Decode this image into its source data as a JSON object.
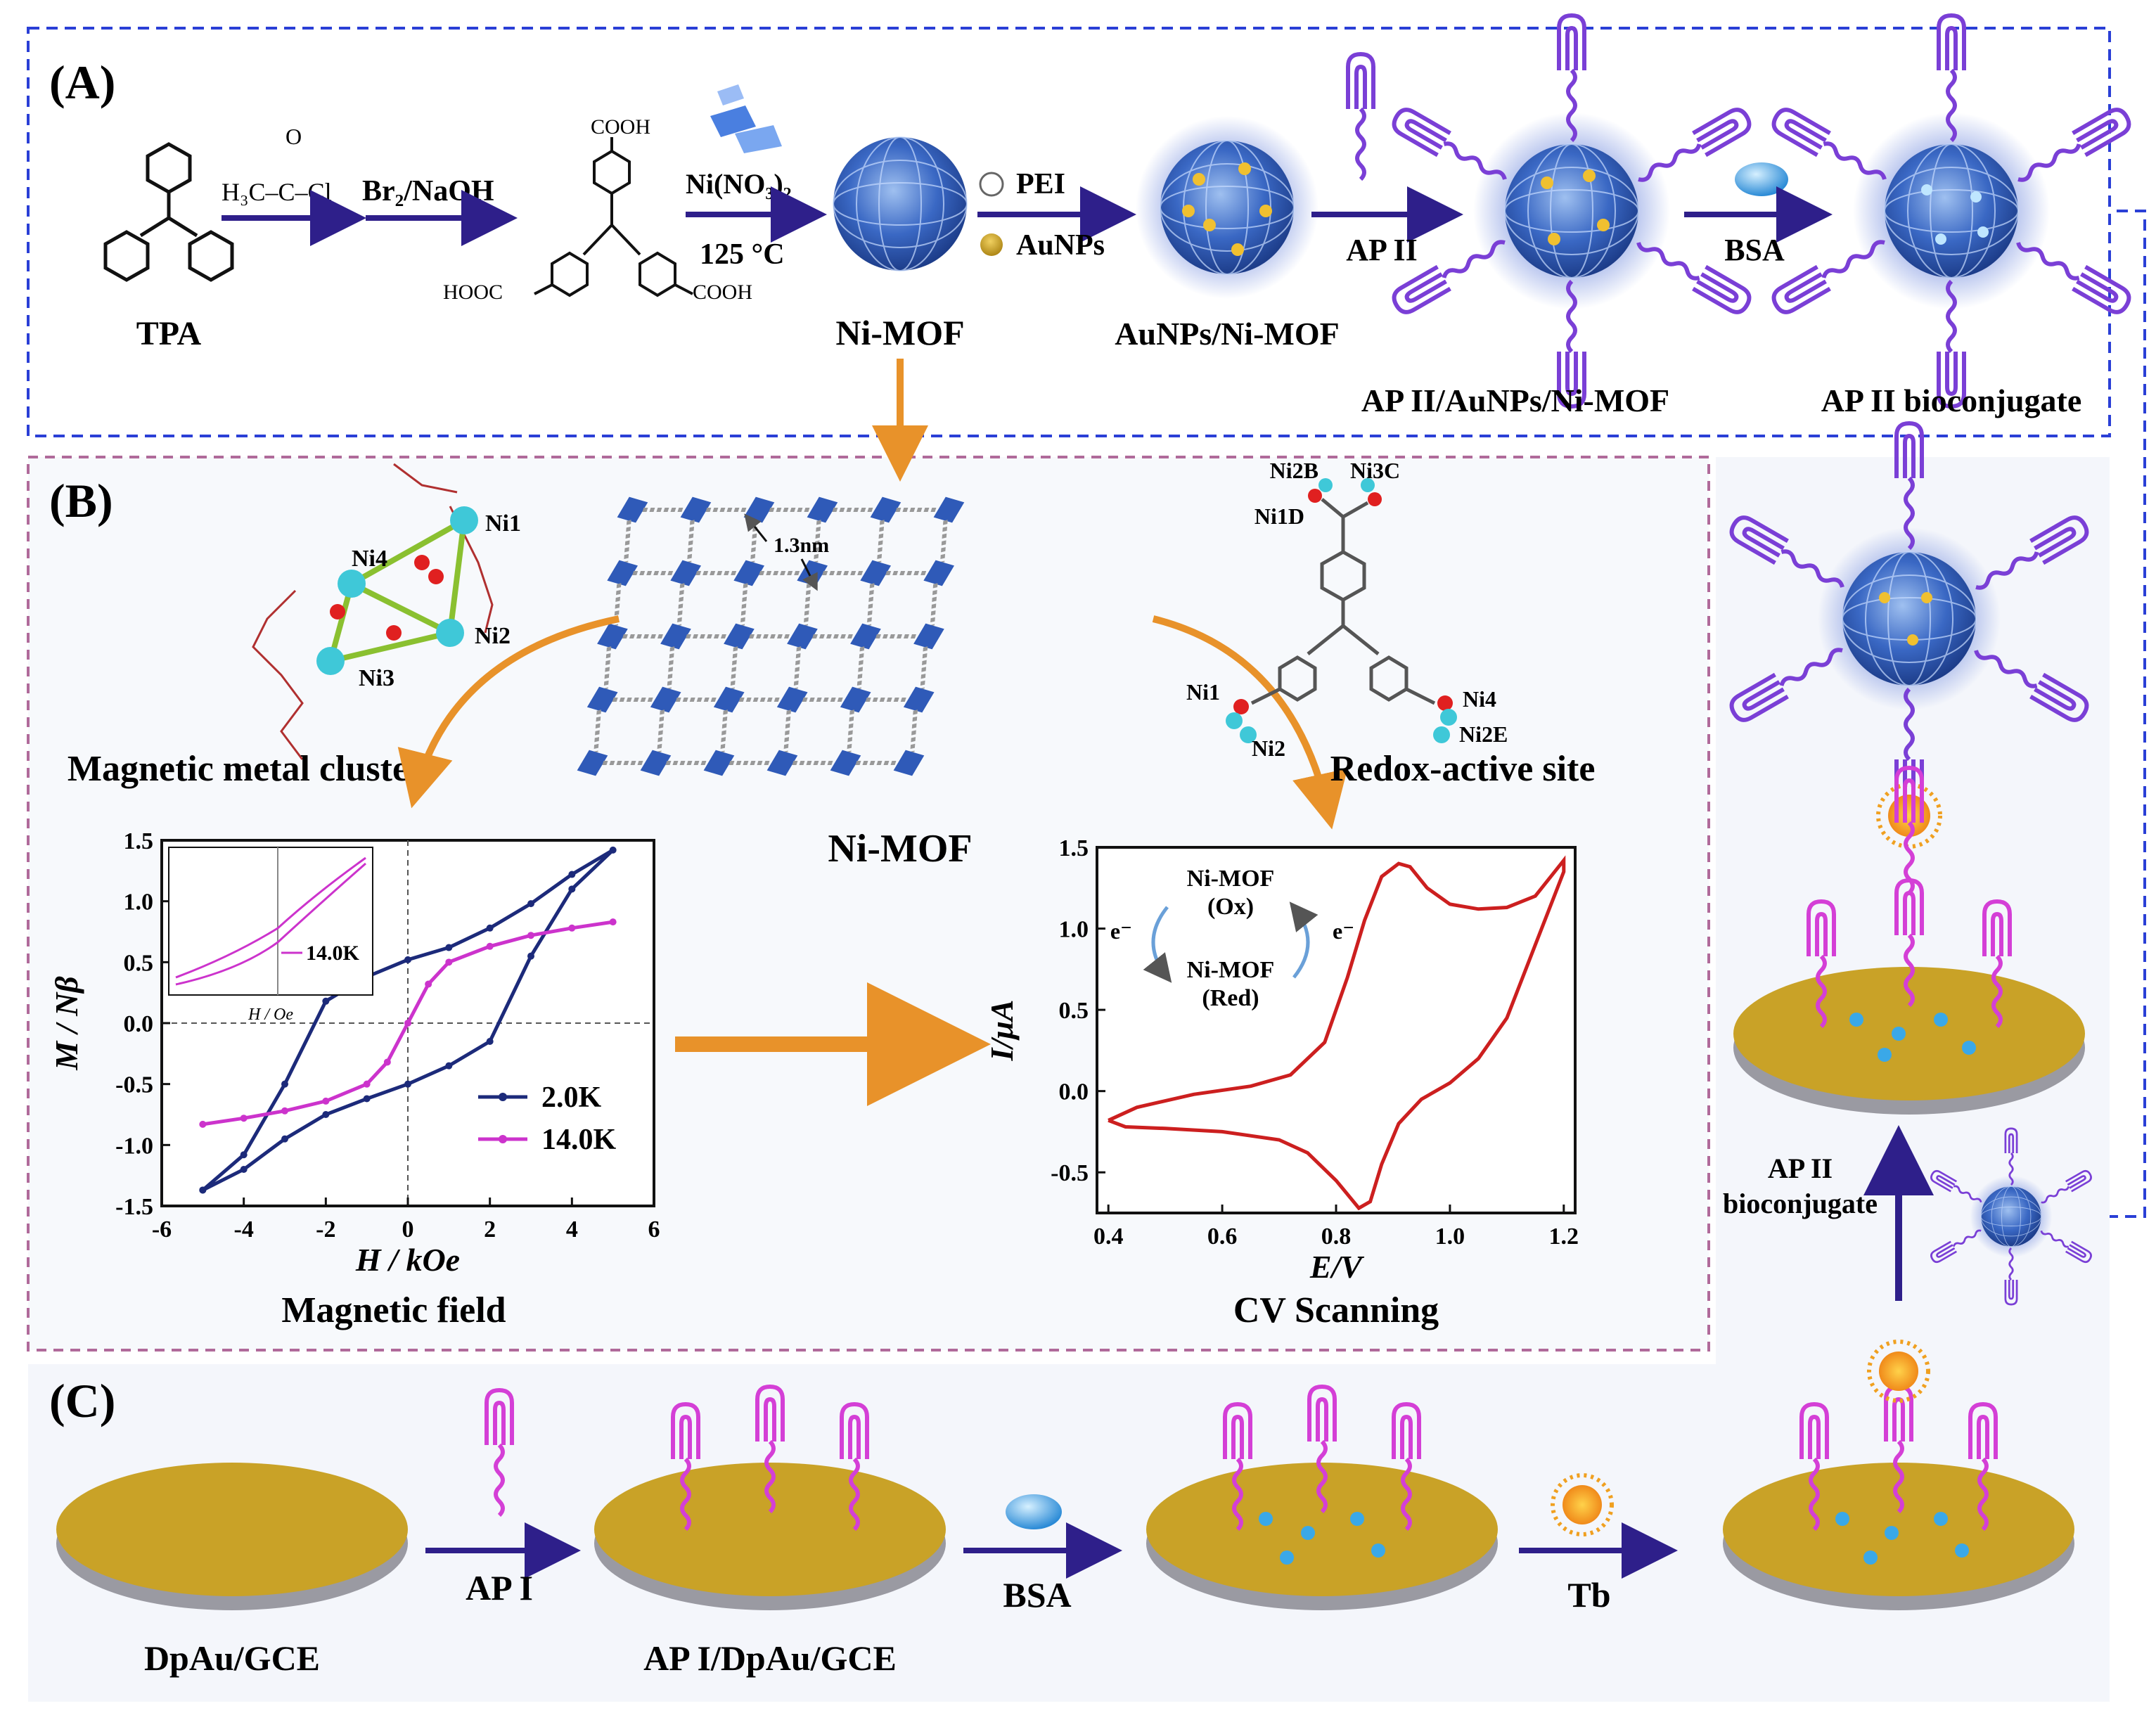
{
  "panels": {
    "A": {
      "label": "(A)",
      "reagents": {
        "acyl": "H₃C–C–Cl",
        "acyl_o": "O",
        "bromination": "Br₂/NaOH",
        "nitrate": "Ni(NO₃)₂",
        "temperature": "125 °C",
        "pei": "PEI",
        "aunps": "AuNPs",
        "ap2": "AP II",
        "bsa": "BSA"
      },
      "groups": {
        "cooh_top": "COOH",
        "cooh_left": "HOOC",
        "cooh_right": "COOH"
      },
      "names": {
        "tpa": "TPA",
        "nimof": "Ni-MOF",
        "aunps_nimof": "AuNPs/Ni-MOF",
        "ap2_aunps_nimof": "AP II/AuNPs/Ni-MOF",
        "ap2_bioconjugate": "AP II bioconjugate"
      }
    },
    "B": {
      "label": "(B)",
      "cluster_title": "Magnetic metal cluster",
      "cluster_atoms": [
        "Ni1",
        "Ni2",
        "Ni3",
        "Ni4"
      ],
      "pore_label": "1.3nm",
      "framework_label": "Ni-MOF",
      "redox_title": "Redox-active site",
      "redox_atoms": [
        "Ni2B",
        "Ni3C",
        "Ni1D",
        "Ni1",
        "Ni2",
        "Ni4",
        "Ni2E"
      ],
      "magnetic_caption": "Magnetic field",
      "cv_caption": "CV Scanning",
      "cv_scheme": {
        "ox_name": "Ni-MOF",
        "ox_state": "(Ox)",
        "red_name": "Ni-MOF",
        "red_state": "(Red)",
        "electron": "e⁻"
      }
    },
    "C": {
      "label": "(C)",
      "ap1": "AP I",
      "bsa": "BSA",
      "tb": "Tb",
      "ap2_line1": "AP II",
      "ap2_line2": "bioconjugate",
      "dpau": "DpAu/GCE",
      "ap1_dpau": "AP I/DpAu/GCE"
    }
  },
  "colors": {
    "dashed_box_a": "#2a3fd6",
    "dashed_box_b": "#b06a9a",
    "process_arrow": "#2e1f8a",
    "orange_arrow": "#e8922a",
    "aptamer_magenta": "#d43fd6",
    "aptamer_violet": "#7a3fd6",
    "electrode_gold": "#c9a227",
    "mof_blue": "#2f5ab8",
    "hysteresis_2k": "#1c2a7a",
    "hysteresis_14k": "#cc33cc",
    "cv_curve": "#cc1f1f"
  },
  "chart_data": [
    {
      "type": "line",
      "title": "",
      "xlabel": "H / kOe",
      "ylabel": "M / Nβ",
      "xlim": [
        -6,
        6
      ],
      "ylim": [
        -1.5,
        1.5
      ],
      "xticks": [
        -6,
        -4,
        -2,
        0,
        2,
        4,
        6
      ],
      "yticks": [
        -1.5,
        -1.0,
        -0.5,
        0.0,
        0.5,
        1.0,
        1.5
      ],
      "legend_placement": "bottom-right",
      "series": [
        {
          "name": "2.0K",
          "color": "#1c2a7a",
          "x": [
            -5.0,
            -4.0,
            -3.0,
            -2.0,
            -1.0,
            0.0,
            1.0,
            2.0,
            3.0,
            4.0,
            5.0,
            4.0,
            3.0,
            2.0,
            1.0,
            0.0,
            -1.0,
            -2.0,
            -3.0,
            -4.0,
            -5.0
          ],
          "y": [
            -1.37,
            -1.2,
            -0.95,
            -0.75,
            -0.62,
            -0.5,
            -0.35,
            -0.15,
            0.55,
            1.1,
            1.42,
            1.22,
            0.98,
            0.78,
            0.62,
            0.52,
            0.38,
            0.18,
            -0.5,
            -1.08,
            -1.37
          ]
        },
        {
          "name": "14.0K",
          "color": "#cc33cc",
          "x": [
            -5.0,
            -4.0,
            -3.0,
            -2.0,
            -1.0,
            -0.5,
            0.0,
            0.5,
            1.0,
            2.0,
            3.0,
            4.0,
            5.0
          ],
          "y": [
            -0.83,
            -0.78,
            -0.72,
            -0.64,
            -0.5,
            -0.32,
            0.0,
            0.32,
            0.5,
            0.63,
            0.72,
            0.78,
            0.83
          ]
        }
      ],
      "inset": {
        "xlabel": "H / Oe",
        "legend": "14.0K"
      }
    },
    {
      "type": "line",
      "title": "",
      "xlabel": "E/V",
      "ylabel": "I/μA",
      "xlim": [
        0.38,
        1.22
      ],
      "ylim": [
        -0.75,
        1.5
      ],
      "xticks": [
        0.4,
        0.6,
        0.8,
        1.0,
        1.2
      ],
      "yticks": [
        -0.5,
        0.0,
        0.5,
        1.0,
        1.5
      ],
      "series": [
        {
          "name": "",
          "color": "#cc1f1f",
          "x": [
            0.4,
            0.45,
            0.55,
            0.65,
            0.72,
            0.78,
            0.82,
            0.85,
            0.88,
            0.91,
            0.93,
            0.96,
            1.0,
            1.05,
            1.1,
            1.15,
            1.2,
            1.2,
            1.15,
            1.1,
            1.05,
            1.0,
            0.95,
            0.91,
            0.88,
            0.86,
            0.84,
            0.8,
            0.75,
            0.7,
            0.6,
            0.5,
            0.43,
            0.4
          ],
          "y": [
            -0.18,
            -0.1,
            -0.02,
            0.03,
            0.1,
            0.3,
            0.7,
            1.05,
            1.32,
            1.4,
            1.38,
            1.25,
            1.15,
            1.12,
            1.13,
            1.2,
            1.42,
            1.35,
            0.9,
            0.45,
            0.2,
            0.05,
            -0.05,
            -0.2,
            -0.45,
            -0.68,
            -0.72,
            -0.55,
            -0.38,
            -0.3,
            -0.25,
            -0.23,
            -0.22,
            -0.18
          ]
        }
      ]
    }
  ]
}
